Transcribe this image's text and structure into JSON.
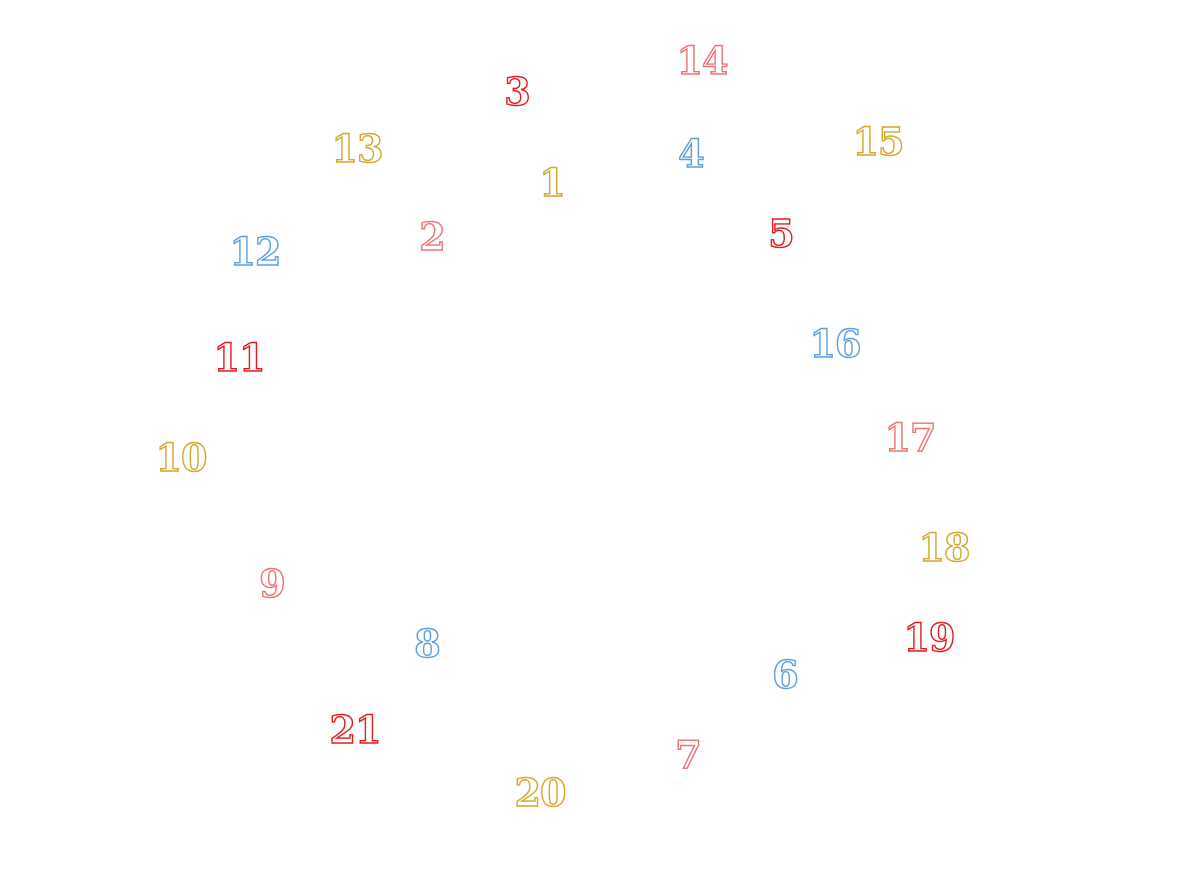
{
  "palette": {
    "red": "#e41a1c",
    "pink": "#f07272",
    "blue": "#5b9fdd",
    "gold": "#d4a72c"
  },
  "numbers": [
    {
      "label": "1",
      "color": "gold"
    },
    {
      "label": "2",
      "color": "pink"
    },
    {
      "label": "3",
      "color": "red"
    },
    {
      "label": "4",
      "color": "blue"
    },
    {
      "label": "5",
      "color": "red"
    },
    {
      "label": "6",
      "color": "blue"
    },
    {
      "label": "7",
      "color": "pink"
    },
    {
      "label": "8",
      "color": "blue"
    },
    {
      "label": "9",
      "color": "pink"
    },
    {
      "label": "10",
      "color": "gold"
    },
    {
      "label": "11",
      "color": "red"
    },
    {
      "label": "12",
      "color": "blue"
    },
    {
      "label": "13",
      "color": "gold"
    },
    {
      "label": "14",
      "color": "pink"
    },
    {
      "label": "15",
      "color": "gold"
    },
    {
      "label": "16",
      "color": "blue"
    },
    {
      "label": "17",
      "color": "pink"
    },
    {
      "label": "18",
      "color": "gold"
    },
    {
      "label": "19",
      "color": "red"
    },
    {
      "label": "20",
      "color": "gold"
    },
    {
      "label": "21",
      "color": "red"
    }
  ]
}
